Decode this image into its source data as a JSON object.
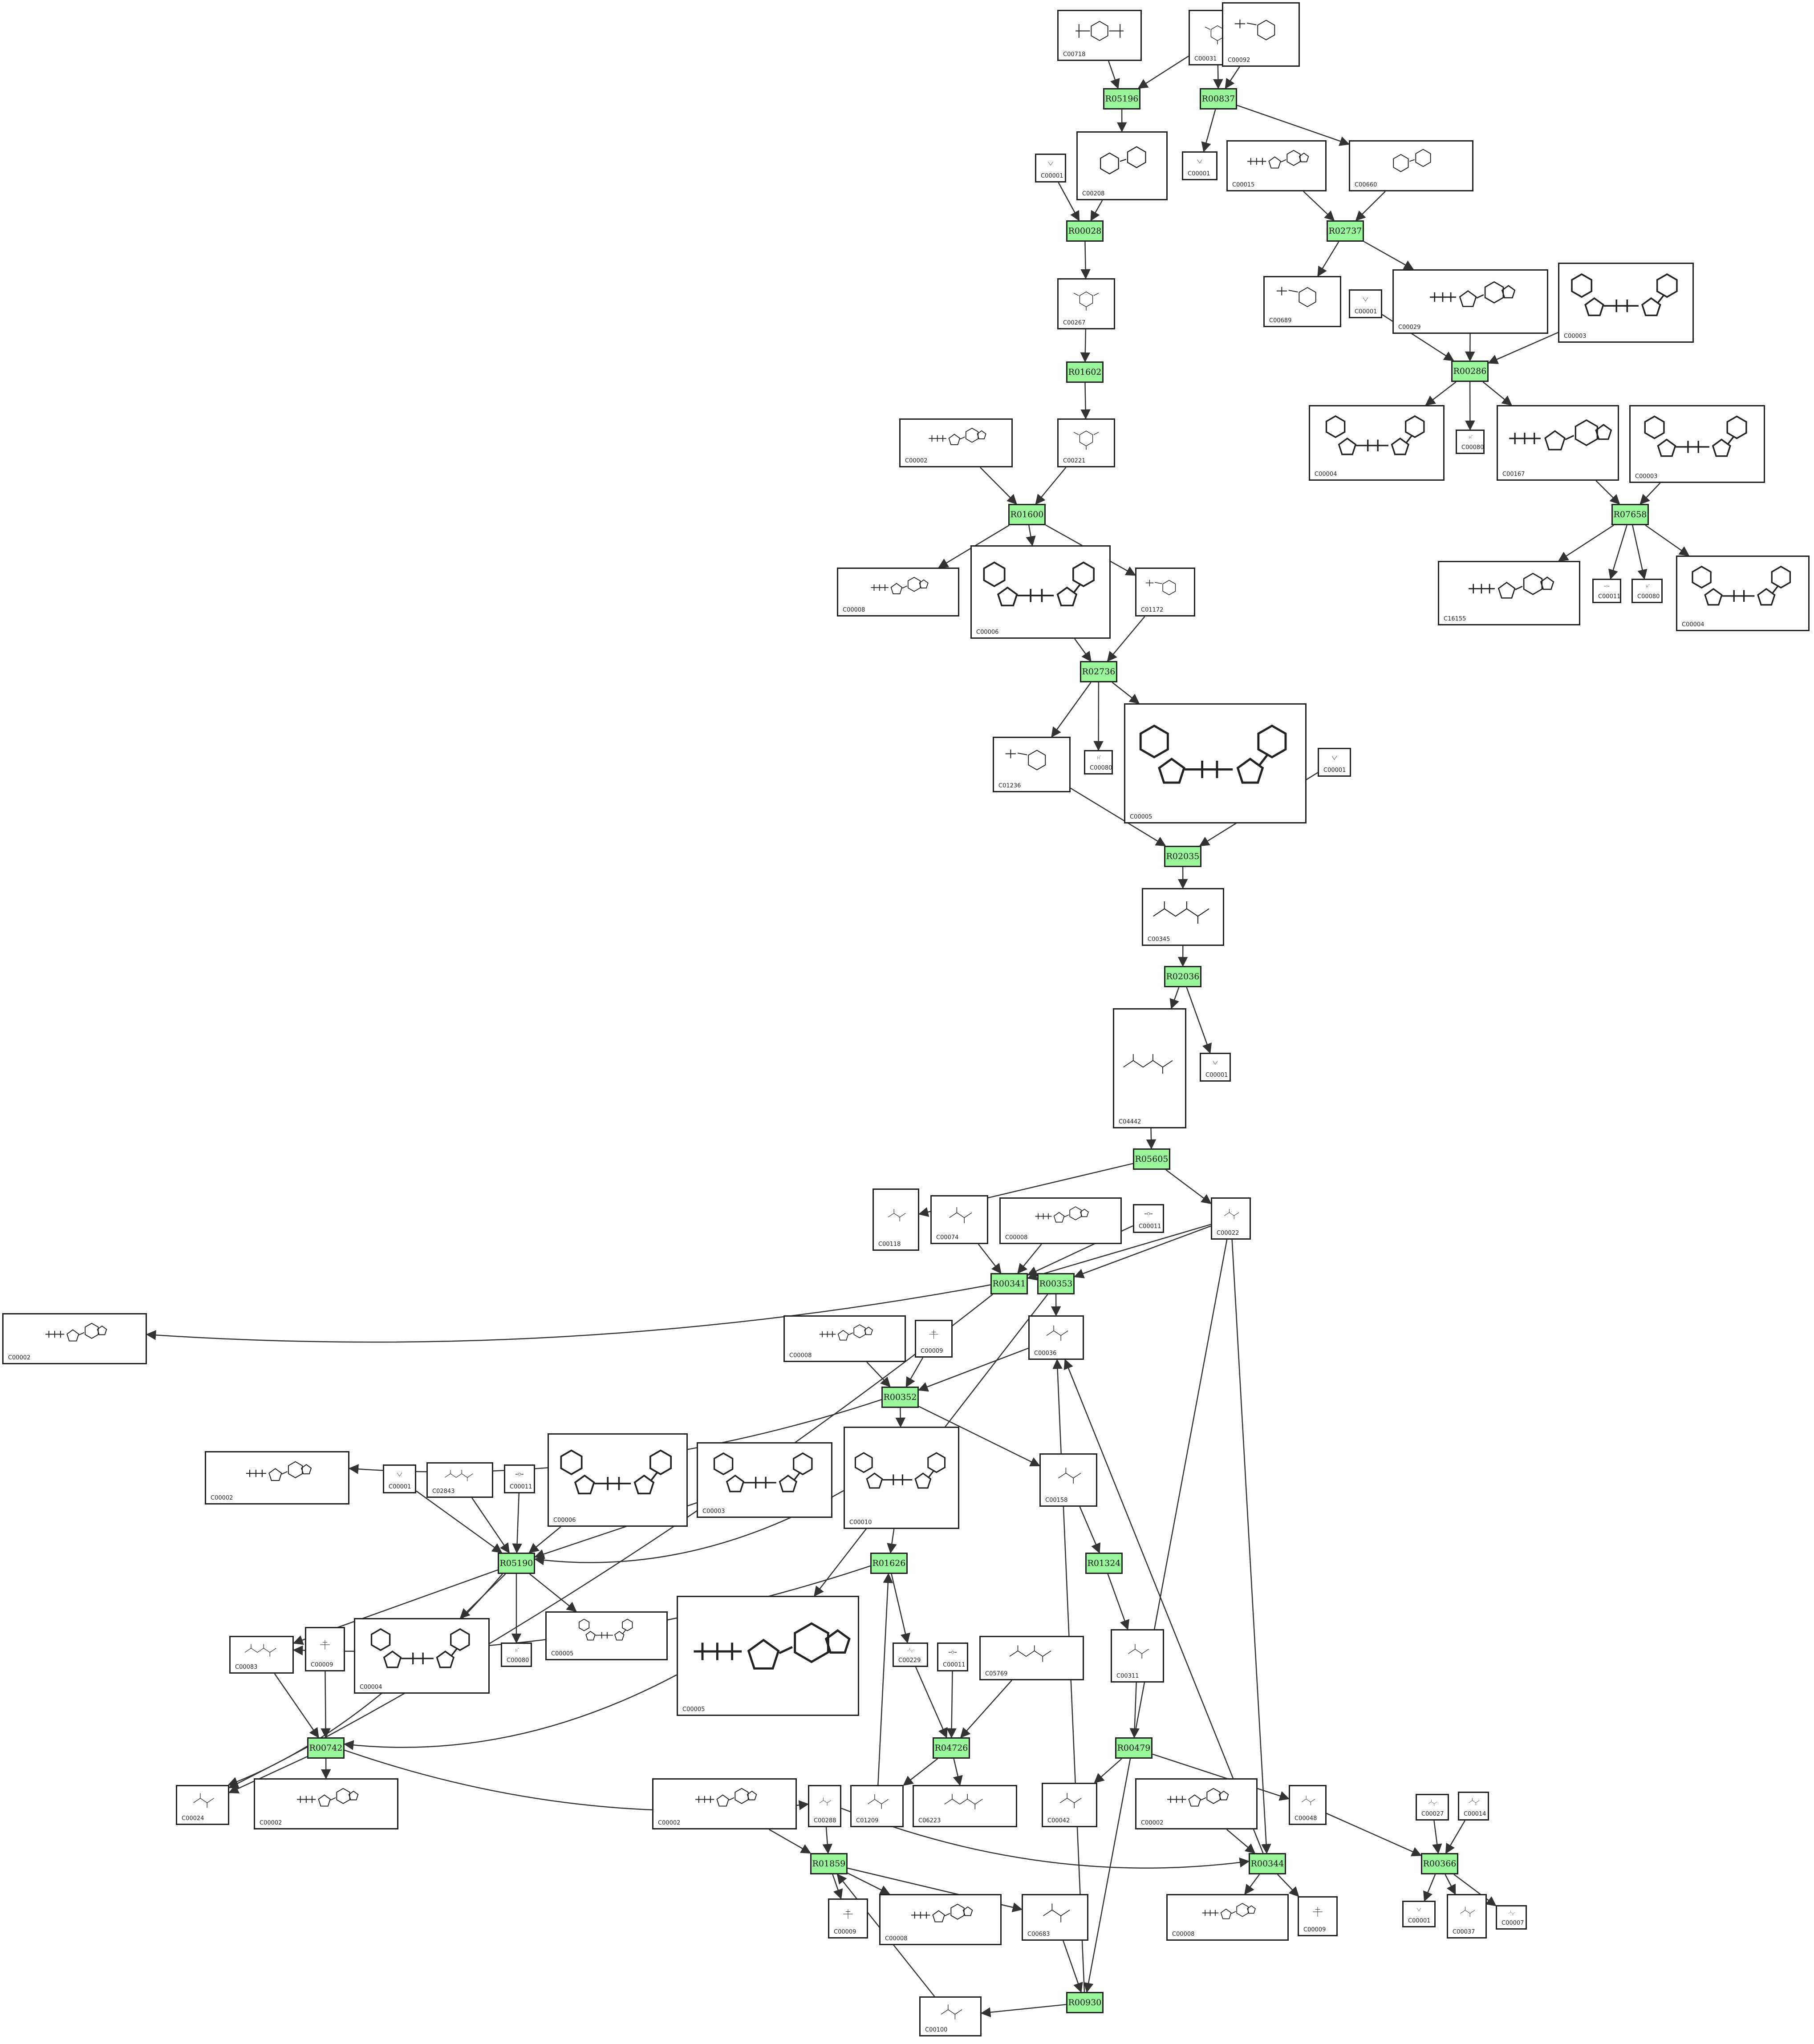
{
  "colors": {
    "reaction_fill": "#99f599",
    "stroke": "#222222",
    "edge": "#333333"
  },
  "compounds": [
    {
      "id": "n1",
      "label": "C00718",
      "glyph": "ring-chain"
    },
    {
      "id": "n2",
      "label": "C00031",
      "glyph": "ring"
    },
    {
      "id": "n3",
      "label": "C00092",
      "glyph": "ring-phosphate"
    },
    {
      "id": "n4",
      "label": "C00001",
      "glyph": "water"
    },
    {
      "id": "n5",
      "label": "C00208",
      "glyph": "two-rings"
    },
    {
      "id": "n6",
      "label": "C00001",
      "glyph": "water"
    },
    {
      "id": "n7",
      "label": "C00015",
      "glyph": "nucleotide"
    },
    {
      "id": "n8",
      "label": "C00660",
      "glyph": "two-rings"
    },
    {
      "id": "n9",
      "label": "C00267",
      "glyph": "ring"
    },
    {
      "id": "n10",
      "label": "C00689",
      "glyph": "ring-phosphate"
    },
    {
      "id": "n11",
      "label": "C00001",
      "glyph": "water"
    },
    {
      "id": "n12",
      "label": "C00029",
      "glyph": "nucleotide"
    },
    {
      "id": "n13",
      "label": "C00003",
      "glyph": "dinucleotide"
    },
    {
      "id": "n14",
      "label": "C00002",
      "glyph": "nucleotide"
    },
    {
      "id": "n15",
      "label": "C00221",
      "glyph": "ring"
    },
    {
      "id": "n16",
      "label": "C00004",
      "glyph": "dinucleotide"
    },
    {
      "id": "n17",
      "label": "C00080",
      "glyph": "proton"
    },
    {
      "id": "n18",
      "label": "C00167",
      "glyph": "nucleotide"
    },
    {
      "id": "n19",
      "label": "C00003",
      "glyph": "dinucleotide"
    },
    {
      "id": "n20",
      "label": "C00008",
      "glyph": "nucleotide"
    },
    {
      "id": "n21",
      "label": "C00006",
      "glyph": "dinucleotide"
    },
    {
      "id": "n22",
      "label": "C01172",
      "glyph": "ring-phosphate"
    },
    {
      "id": "n23",
      "label": "C16155",
      "glyph": "nucleotide"
    },
    {
      "id": "n24",
      "label": "C00011",
      "glyph": "co2"
    },
    {
      "id": "n25",
      "label": "C00080",
      "glyph": "proton"
    },
    {
      "id": "n26",
      "label": "C00004",
      "glyph": "dinucleotide"
    },
    {
      "id": "n27",
      "label": "C01236",
      "glyph": "ring-phosphate"
    },
    {
      "id": "n28",
      "label": "C00080",
      "glyph": "proton"
    },
    {
      "id": "n29",
      "label": "C00005",
      "glyph": "dinucleotide"
    },
    {
      "id": "n30",
      "label": "C00001",
      "glyph": "water"
    },
    {
      "id": "n31",
      "label": "C00345",
      "glyph": "chain"
    },
    {
      "id": "n32",
      "label": "C00001",
      "glyph": "water"
    },
    {
      "id": "n33",
      "label": "C04442",
      "glyph": "chain"
    },
    {
      "id": "n34",
      "label": "C00118",
      "glyph": "small"
    },
    {
      "id": "n35",
      "label": "C00074",
      "glyph": "small"
    },
    {
      "id": "n36",
      "label": "C00008",
      "glyph": "nucleotide"
    },
    {
      "id": "n37",
      "label": "C00011",
      "glyph": "co2"
    },
    {
      "id": "n38",
      "label": "C00022",
      "glyph": "small"
    },
    {
      "id": "n39",
      "label": "C00002",
      "glyph": "nucleotide"
    },
    {
      "id": "n40",
      "label": "C00008",
      "glyph": "nucleotide"
    },
    {
      "id": "n41",
      "label": "C00009",
      "glyph": "phosphate"
    },
    {
      "id": "n42",
      "label": "C00036",
      "glyph": "small"
    },
    {
      "id": "n43",
      "label": "C00002",
      "glyph": "nucleotide"
    },
    {
      "id": "n44",
      "label": "C00001",
      "glyph": "water"
    },
    {
      "id": "n45",
      "label": "C02843",
      "glyph": "chain"
    },
    {
      "id": "n46",
      "label": "C00011",
      "glyph": "co2"
    },
    {
      "id": "n47",
      "label": "C00006",
      "glyph": "dinucleotide"
    },
    {
      "id": "n48",
      "label": "C00003",
      "glyph": "dinucleotide"
    },
    {
      "id": "n49",
      "label": "C00010",
      "glyph": "dinucleotide"
    },
    {
      "id": "n50",
      "label": "C00158",
      "glyph": "small"
    },
    {
      "id": "n51",
      "label": "C00083",
      "glyph": "chain"
    },
    {
      "id": "n52",
      "label": "C00009",
      "glyph": "phosphate"
    },
    {
      "id": "n53",
      "label": "C00004",
      "glyph": "dinucleotide"
    },
    {
      "id": "n54",
      "label": "C00080",
      "glyph": "proton"
    },
    {
      "id": "n55",
      "label": "C00005",
      "glyph": "dinucleotide"
    },
    {
      "id": "n56",
      "label": "C00005",
      "glyph": "nucleotide"
    },
    {
      "id": "n57",
      "label": "C00229",
      "glyph": "small"
    },
    {
      "id": "n58",
      "label": "C00011",
      "glyph": "co2"
    },
    {
      "id": "n59",
      "label": "C05769",
      "glyph": "chain"
    },
    {
      "id": "n60",
      "label": "C00311",
      "glyph": "small"
    },
    {
      "id": "n61",
      "label": "C00024",
      "glyph": "small"
    },
    {
      "id": "n62",
      "label": "C00002",
      "glyph": "nucleotide"
    },
    {
      "id": "n63",
      "label": "C00288",
      "glyph": "small"
    },
    {
      "id": "n64",
      "label": "C01209",
      "glyph": "small"
    },
    {
      "id": "n65",
      "label": "C06223",
      "glyph": "chain"
    },
    {
      "id": "n66",
      "label": "C00042",
      "glyph": "small"
    },
    {
      "id": "n67",
      "label": "C00002",
      "glyph": "nucleotide"
    },
    {
      "id": "n68",
      "label": "C00048",
      "glyph": "small"
    },
    {
      "id": "n69",
      "label": "C00027",
      "glyph": "small"
    },
    {
      "id": "n70",
      "label": "C00014",
      "glyph": "small"
    },
    {
      "id": "n71",
      "label": "C00002",
      "glyph": "nucleotide"
    },
    {
      "id": "n72",
      "label": "C00009",
      "glyph": "phosphate"
    },
    {
      "id": "n73",
      "label": "C00008",
      "glyph": "nucleotide"
    },
    {
      "id": "n74",
      "label": "C00683",
      "glyph": "small"
    },
    {
      "id": "n75",
      "label": "C00008",
      "glyph": "nucleotide"
    },
    {
      "id": "n76",
      "label": "C00009",
      "glyph": "phosphate"
    },
    {
      "id": "n77",
      "label": "C00001",
      "glyph": "water"
    },
    {
      "id": "n78",
      "label": "C00037",
      "glyph": "small"
    },
    {
      "id": "n79",
      "label": "C00007",
      "glyph": "small"
    },
    {
      "id": "n80",
      "label": "C00100",
      "glyph": "small"
    }
  ],
  "reactions": [
    {
      "id": "r1",
      "label": "R05196"
    },
    {
      "id": "r2",
      "label": "R00837"
    },
    {
      "id": "r3",
      "label": "R00028"
    },
    {
      "id": "r4",
      "label": "R02737"
    },
    {
      "id": "r5",
      "label": "R01602"
    },
    {
      "id": "r6",
      "label": "R00286"
    },
    {
      "id": "r7",
      "label": "R01600"
    },
    {
      "id": "r8",
      "label": "R07658"
    },
    {
      "id": "r9",
      "label": "R02736"
    },
    {
      "id": "r10",
      "label": "R02035"
    },
    {
      "id": "r11",
      "label": "R02036"
    },
    {
      "id": "r12",
      "label": "R05605"
    },
    {
      "id": "r13",
      "label": "R00341"
    },
    {
      "id": "r14",
      "label": "R00353"
    },
    {
      "id": "r15",
      "label": "R00352"
    },
    {
      "id": "r16",
      "label": "R05190"
    },
    {
      "id": "r17",
      "label": "R01626"
    },
    {
      "id": "r18",
      "label": "R01324"
    },
    {
      "id": "r19",
      "label": "R00742"
    },
    {
      "id": "r20",
      "label": "R04726"
    },
    {
      "id": "r21",
      "label": "R00479"
    },
    {
      "id": "r22",
      "label": "R01859"
    },
    {
      "id": "r23",
      "label": "R00344"
    },
    {
      "id": "r24",
      "label": "R00366"
    },
    {
      "id": "r25",
      "label": "R00930"
    }
  ],
  "edges": [
    [
      "n1",
      "r1"
    ],
    [
      "n2",
      "r1"
    ],
    [
      "r1",
      "n5"
    ],
    [
      "n2",
      "r2"
    ],
    [
      "n3",
      "r2"
    ],
    [
      "r2",
      "n6"
    ],
    [
      "r2",
      "n8"
    ],
    [
      "n4",
      "r3"
    ],
    [
      "n5",
      "r3"
    ],
    [
      "r3",
      "n9"
    ],
    [
      "n7",
      "r4"
    ],
    [
      "n8",
      "r4"
    ],
    [
      "r4",
      "n10"
    ],
    [
      "r4",
      "n12"
    ],
    [
      "n9",
      "r5"
    ],
    [
      "r5",
      "n15"
    ],
    [
      "n11",
      "r6"
    ],
    [
      "n12",
      "r6"
    ],
    [
      "n13",
      "r6"
    ],
    [
      "r6",
      "n16"
    ],
    [
      "r6",
      "n17"
    ],
    [
      "r6",
      "n18"
    ],
    [
      "n14",
      "r7"
    ],
    [
      "n15",
      "r7"
    ],
    [
      "r7",
      "n20"
    ],
    [
      "r7",
      "n21"
    ],
    [
      "r7",
      "n22"
    ],
    [
      "n18",
      "r8"
    ],
    [
      "n19",
      "r8"
    ],
    [
      "r8",
      "n23"
    ],
    [
      "r8",
      "n24"
    ],
    [
      "r8",
      "n25"
    ],
    [
      "r8",
      "n26"
    ],
    [
      "n21",
      "r9"
    ],
    [
      "n22",
      "r9"
    ],
    [
      "r9",
      "n27"
    ],
    [
      "r9",
      "n28"
    ],
    [
      "r9",
      "n29"
    ],
    [
      "n27",
      "r10"
    ],
    [
      "n30",
      "r10"
    ],
    [
      "r10",
      "n31"
    ],
    [
      "n31",
      "r11"
    ],
    [
      "r11",
      "n33"
    ],
    [
      "r11",
      "n32"
    ],
    [
      "n33",
      "r12"
    ],
    [
      "r12",
      "n34"
    ],
    [
      "r12",
      "n38"
    ],
    [
      "n35",
      "r13"
    ],
    [
      "n36",
      "r13"
    ],
    [
      "n37",
      "r13"
    ],
    [
      "n38",
      "r13"
    ],
    [
      "r13",
      "n39"
    ],
    [
      "r13",
      "n61"
    ],
    [
      "n38",
      "r14"
    ],
    [
      "r14",
      "n42"
    ],
    [
      "r14",
      "n56"
    ],
    [
      "n40",
      "r15"
    ],
    [
      "n41",
      "r15"
    ],
    [
      "n42",
      "r15"
    ],
    [
      "r15",
      "n43"
    ],
    [
      "r15",
      "n50"
    ],
    [
      "r15",
      "n49"
    ],
    [
      "n44",
      "r16"
    ],
    [
      "n45",
      "r16"
    ],
    [
      "n46",
      "r16"
    ],
    [
      "n47",
      "r16"
    ],
    [
      "n48",
      "r16"
    ],
    [
      "n49",
      "r16"
    ],
    [
      "r16",
      "n51"
    ],
    [
      "r16",
      "n53"
    ],
    [
      "r16",
      "n54"
    ],
    [
      "r16",
      "n55"
    ],
    [
      "r16",
      "n61"
    ],
    [
      "n49",
      "r17"
    ],
    [
      "r17",
      "n57"
    ],
    [
      "r17",
      "n51"
    ],
    [
      "n50",
      "r18"
    ],
    [
      "r18",
      "n60"
    ],
    [
      "n51",
      "r19"
    ],
    [
      "n52",
      "r19"
    ],
    [
      "n56",
      "r19"
    ],
    [
      "r19",
      "n61"
    ],
    [
      "r19",
      "n62"
    ],
    [
      "r19",
      "n63"
    ],
    [
      "n57",
      "r20"
    ],
    [
      "n58",
      "r20"
    ],
    [
      "n59",
      "r20"
    ],
    [
      "r20",
      "n64"
    ],
    [
      "r20",
      "n65"
    ],
    [
      "n64",
      "r17"
    ],
    [
      "n60",
      "r21"
    ],
    [
      "r21",
      "n66"
    ],
    [
      "r21",
      "n68"
    ],
    [
      "n63",
      "r22"
    ],
    [
      "n71",
      "r22"
    ],
    [
      "n80",
      "r22"
    ],
    [
      "r22",
      "n72"
    ],
    [
      "r22",
      "n73"
    ],
    [
      "r22",
      "n74"
    ],
    [
      "n67",
      "r23"
    ],
    [
      "n63",
      "r23"
    ],
    [
      "n38",
      "r23"
    ],
    [
      "r23",
      "n75"
    ],
    [
      "r23",
      "n76"
    ],
    [
      "r23",
      "n42"
    ],
    [
      "n68",
      "r24"
    ],
    [
      "n69",
      "r24"
    ],
    [
      "n70",
      "r24"
    ],
    [
      "r24",
      "n77"
    ],
    [
      "r24",
      "n78"
    ],
    [
      "r24",
      "n79"
    ],
    [
      "n74",
      "r25"
    ],
    [
      "n38",
      "r25"
    ],
    [
      "r25",
      "n80"
    ],
    [
      "r25",
      "n42"
    ]
  ]
}
